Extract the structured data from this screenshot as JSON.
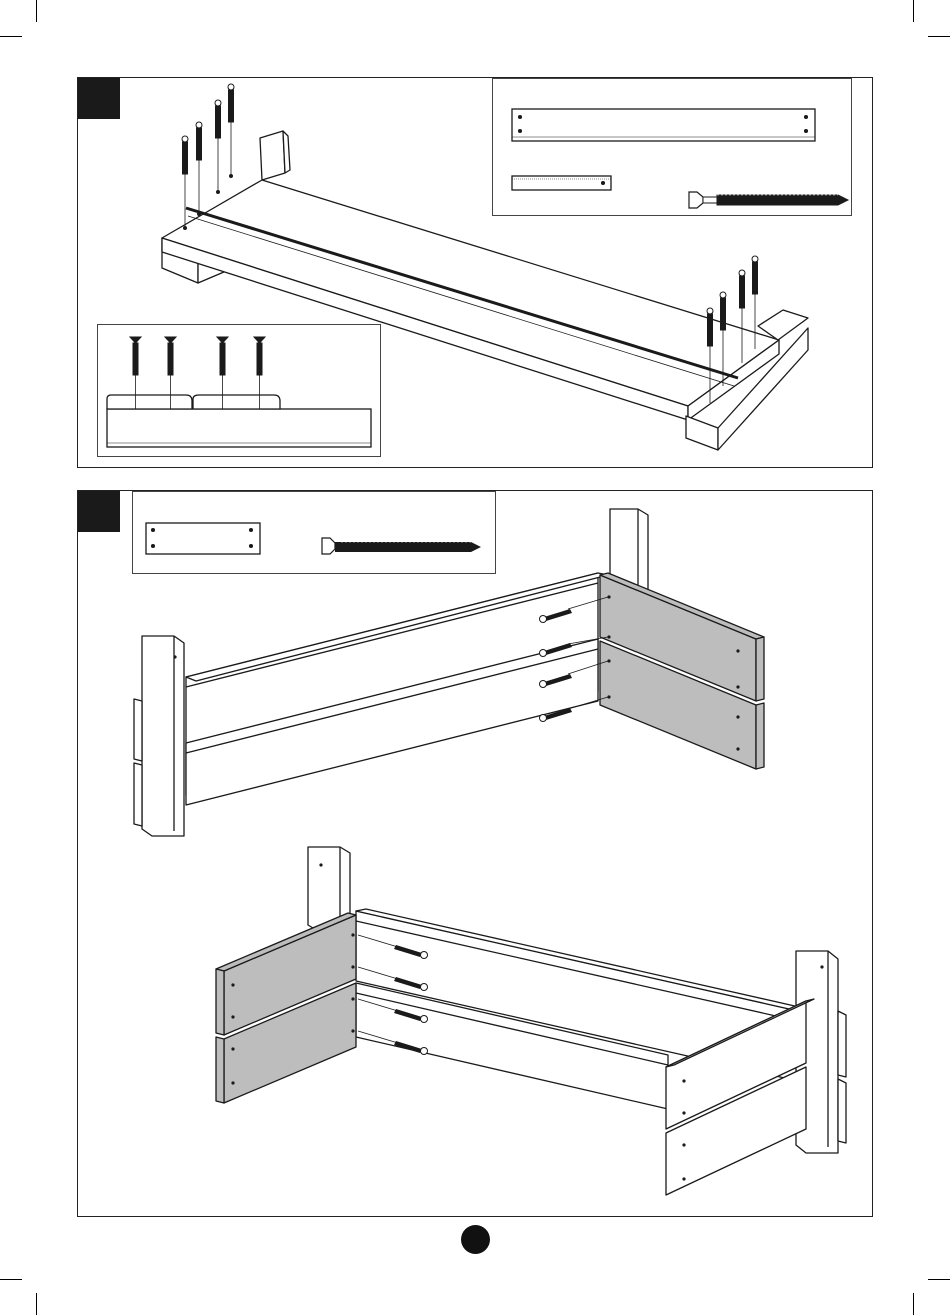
{
  "document": {
    "type": "assembly-instructions",
    "colors": {
      "ink": "#1a1a1a",
      "panel_fill": "#bdbdbd",
      "paper": "#ffffff"
    }
  },
  "steps": [
    {
      "icon": "step-marker-square",
      "illustration": "bed-slat-board-screwed-onto-two-crossbeams",
      "parts_inset": [
        "long-slat",
        "short-slat",
        "screw-icon"
      ],
      "detail_inset": "four-screws-into-two-slat-boards"
    },
    {
      "icon": "step-marker-square",
      "illustration": "side-rails-screwed-to-end-panels-and-posts",
      "parts_inset": [
        "end-plank",
        "screw-icon"
      ]
    }
  ],
  "page": {
    "number": ""
  }
}
